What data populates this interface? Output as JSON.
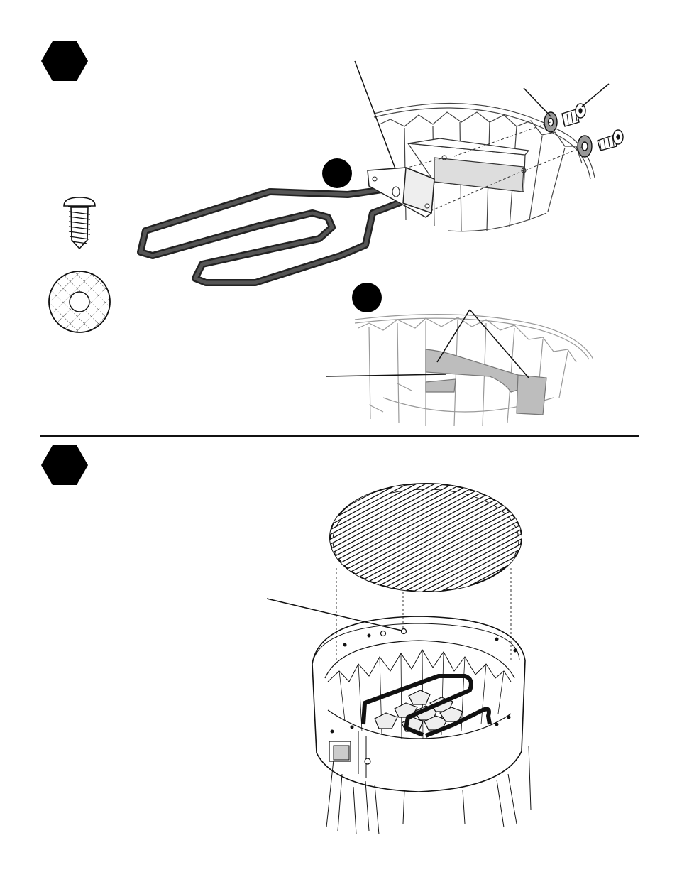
{
  "page": {
    "background": "#ffffff",
    "ink": "#111111",
    "line_gray": "#9a9a9a",
    "fill_gray": "#bdbdbd"
  },
  "steps": [
    {
      "marker": "hexagon",
      "icon": "black-hexagon-step-marker"
    },
    {
      "marker": "hexagon",
      "icon": "black-hexagon-step-marker"
    }
  ],
  "callouts": [
    {
      "marker": "circle",
      "icon": "black-circle-callout"
    },
    {
      "marker": "circle",
      "icon": "black-circle-callout"
    }
  ],
  "hardware": [
    {
      "icon": "pan-head-screw-icon"
    },
    {
      "icon": "fiber-washer-icon"
    }
  ],
  "figures": [
    {
      "icon": "heating-element-illustration"
    },
    {
      "icon": "bracket-detail-illustration"
    },
    {
      "icon": "cooking-grid-illustration"
    },
    {
      "icon": "smoker-body-illustration"
    }
  ]
}
